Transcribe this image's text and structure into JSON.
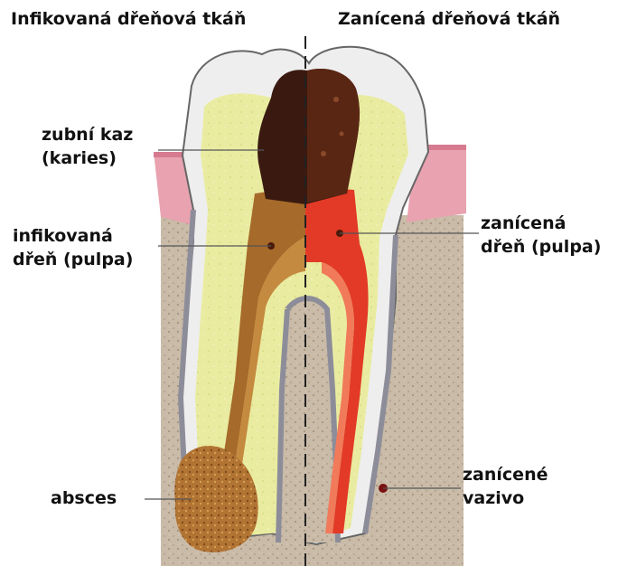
{
  "headers": {
    "left": "Infikovaná dřeňová tkáň",
    "right": "Zanícená dřeňová tkáň"
  },
  "labels": {
    "caries": [
      "zubní kaz",
      "(karies)"
    ],
    "infected_pulp": [
      "infikovaná",
      "dřeň (pulpa)"
    ],
    "inflamed_pulp": [
      "zanícená",
      "dřeň (pulpa)"
    ],
    "abscess": [
      "absces"
    ],
    "inflamed_tissue": [
      "zanícené",
      "vazivo"
    ]
  },
  "colors": {
    "enamel": "#f2f2f2",
    "dentin": "#eef0a6",
    "gum": "#e9a2b0",
    "bone": "#c6b8a6",
    "caries": "#3a1a10",
    "infected_pulp": "#a66a2a",
    "inflamed_pulp": "#e23a26",
    "abscess": "#b9772e"
  }
}
